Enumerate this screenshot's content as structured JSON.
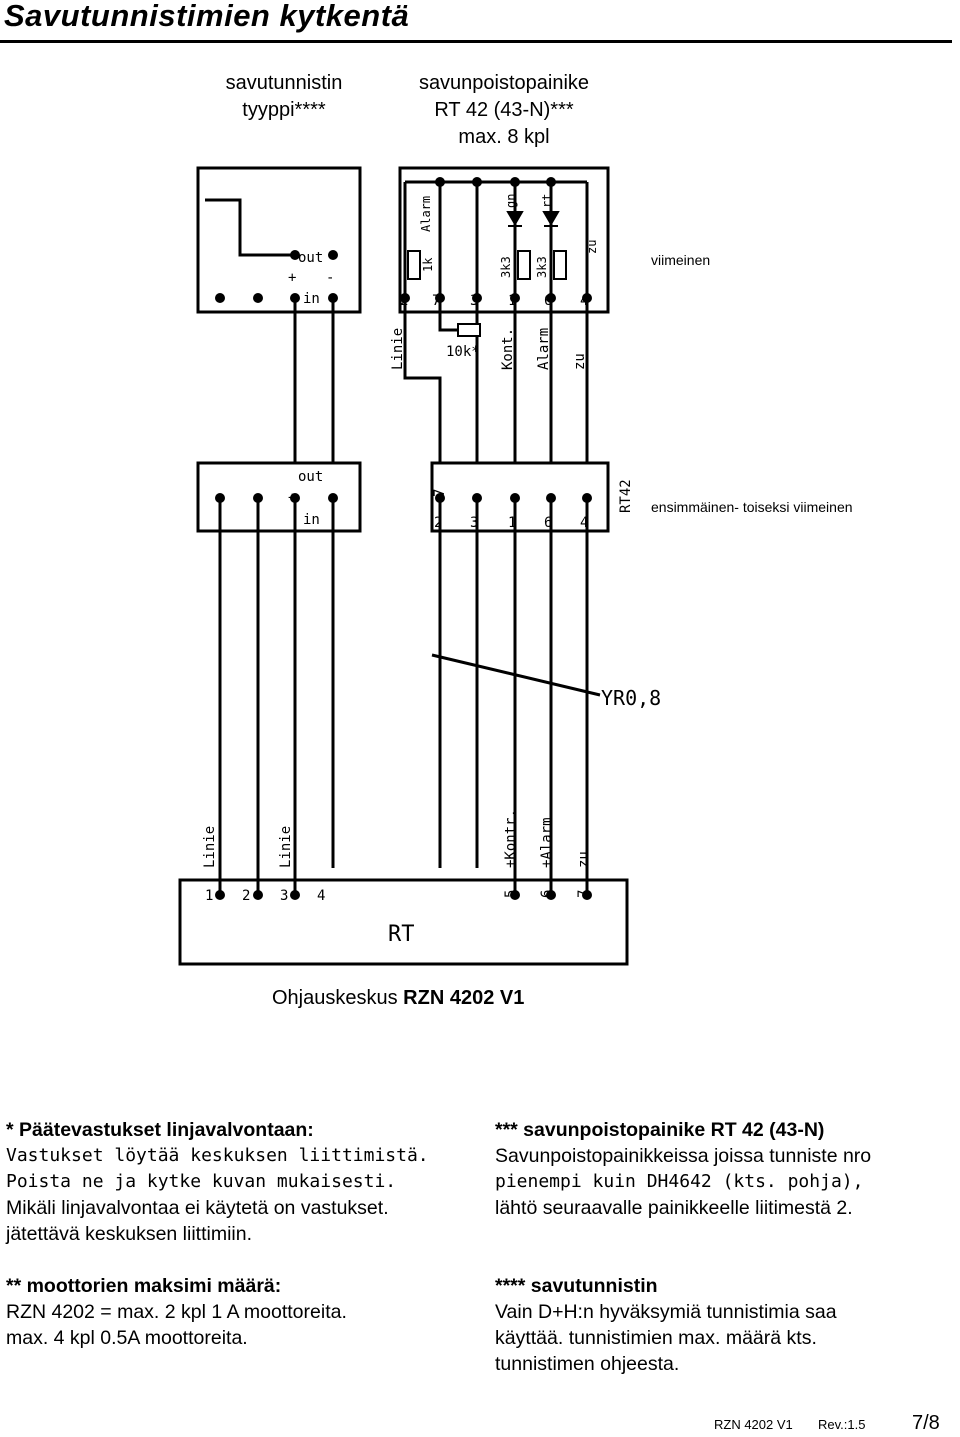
{
  "page_title": "Savutunnistimien kytkentä",
  "labels": {
    "detector_type": [
      "savutunnistin",
      "tyyppi****"
    ],
    "button_type": [
      "savunpoistopainike",
      "RT 42 (43-N)***",
      "max. 8 kpl"
    ],
    "last": "viimeinen",
    "first_to_second_last": "ensimmäinen- toiseksi viimeinen",
    "cable": "YR0,8",
    "center_caption_prefix": "Ohjauskeskus ",
    "center_caption_model": "RZN 4202 V1"
  },
  "diagram": {
    "detector_out": "out",
    "detector_in": "in",
    "plus": "+",
    "minus": "-",
    "alarm_lbl": "Alarm",
    "gn_lbl": "gn",
    "rt_lbl": "rt",
    "zu_lbl": "zu",
    "r_1k": "1k",
    "r_3k3": "3k3",
    "r_10k": "10k*",
    "btn_terms": [
      "2",
      "7",
      "3",
      "1",
      "6",
      "4"
    ],
    "wire_linie": "Linie",
    "wire_kont": "Kont.",
    "wire_alarm": "Alarm",
    "wire_zu": "zu",
    "rt42": "RT42",
    "rt_block": "RT",
    "rt_terms": [
      "1",
      "2",
      "3",
      "4",
      "5",
      "6",
      "7"
    ],
    "rt_top_linie": "Linie",
    "rt_kontr": "+Kontr.",
    "rt_alarm": "+Alarm",
    "rt_zu": "zu"
  },
  "notes": {
    "left1_head": "* Päätevastukset linjavalvontaan:",
    "left1_lines": [
      "Vastukset löytää keskuksen liittimistä.",
      "Poista ne ja kytke kuvan mukaisesti.",
      "Mikäli linjavalvontaa ei käytetä on vastukset.",
      "jätettävä keskuksen liittimiin."
    ],
    "left2_head": "** moottorien maksimi määrä:",
    "left2_lines": [
      "RZN 4202 = max. 2 kpl 1 A moottoreita.",
      "max. 4 kpl 0.5A moottoreita."
    ],
    "right1_head": "*** savunpoistopainike RT 42 (43-N)",
    "right1_lines": [
      "Savunpoistopainikkeissa joissa tunniste nro",
      "pienempi kuin DH4642 (kts. pohja),",
      "lähtö seuraavalle painikkeelle liitimestä 2."
    ],
    "right2_head": "**** savutunnistin",
    "right2_lines": [
      "Vain D+H:n hyväksymiä tunnistimia saa",
      "käyttää. tunnistimien max. määrä kts.",
      "tunnistimen ohjeesta."
    ]
  },
  "footer": {
    "doc": "RZN 4202 V1",
    "rev": "Rev.:1.5",
    "page": "7/8"
  }
}
